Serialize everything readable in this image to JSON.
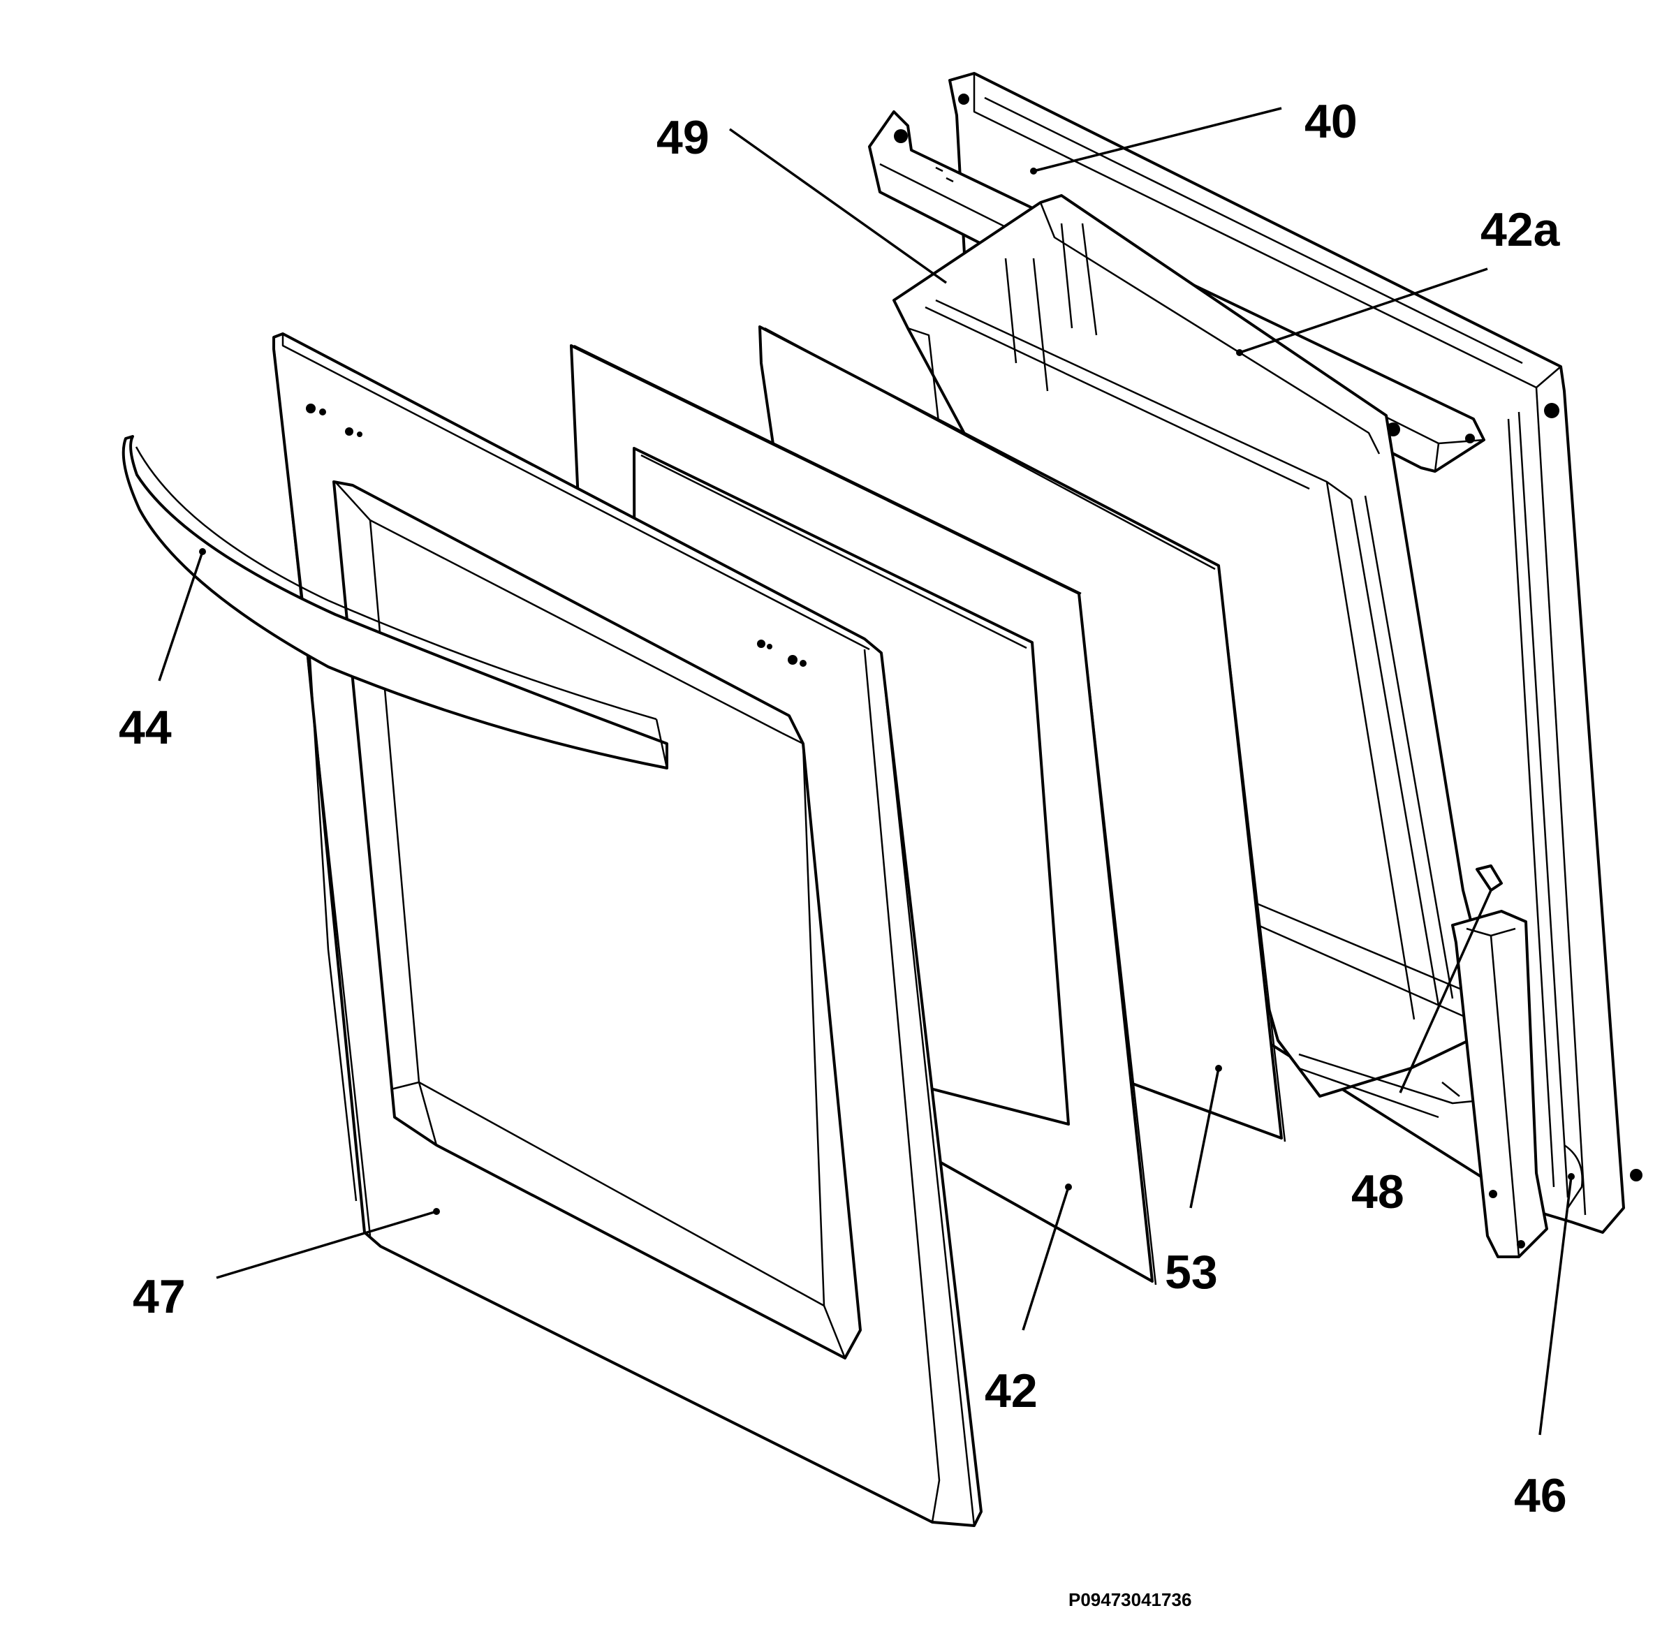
{
  "callouts": [
    "40",
    "49",
    "42a",
    "44",
    "47",
    "42",
    "53",
    "48",
    "46"
  ],
  "drawing_code": "P09473041736"
}
